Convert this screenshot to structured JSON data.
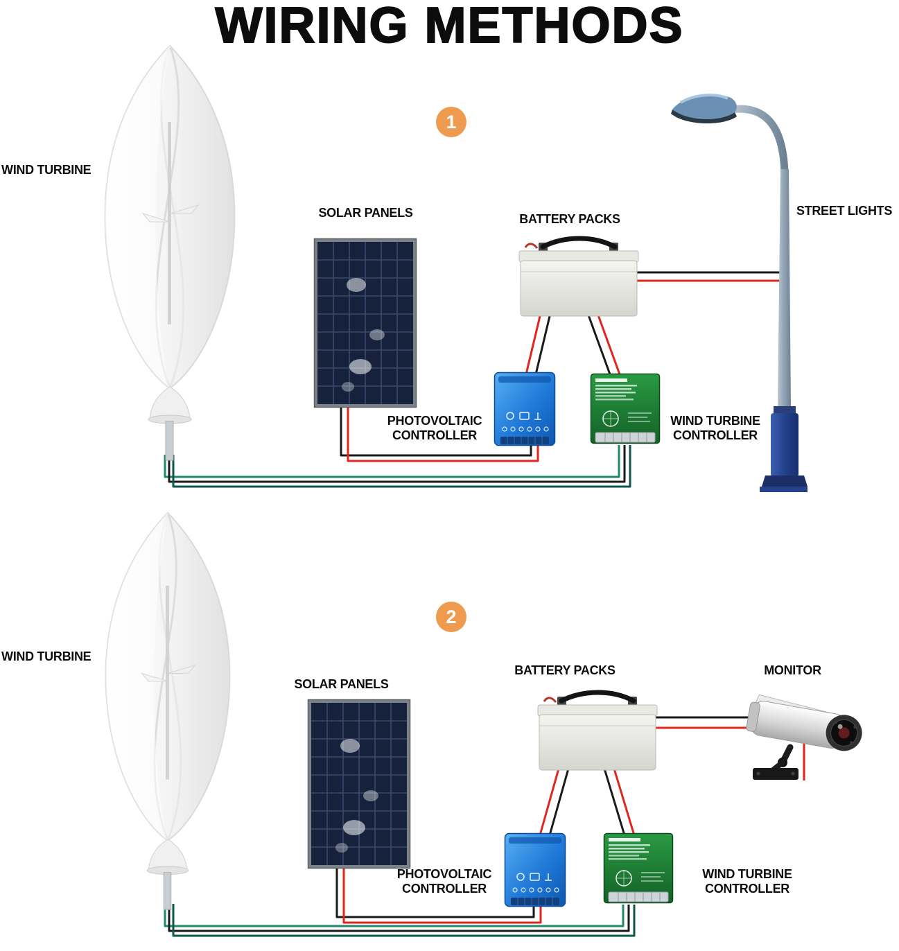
{
  "title": "WIRING METHODS",
  "colors": {
    "badge": "#EE9B50",
    "wire_red": "#E0261D",
    "wire_black": "#1A1A1A",
    "wire_green": "#1F8A6A",
    "wire_teal": "#0D564A"
  },
  "diagram1": {
    "badge": "1",
    "labels": {
      "wind_turbine": "WIND TURBINE",
      "solar_panels": "SOLAR PANELS",
      "battery_packs": "BATTERY PACKS",
      "street_lights": "STREET LIGHTS",
      "photovoltaic_controller": "PHOTOVOLTAIC\nCONTROLLER",
      "wind_turbine_controller": "WIND TURBINE\nCONTROLLER"
    }
  },
  "diagram2": {
    "badge": "2",
    "labels": {
      "wind_turbine": "WIND TURBINE",
      "solar_panels": "SOLAR PANELS",
      "battery_packs": "BATTERY PACKS",
      "monitor": "MONITOR",
      "photovoltaic_controller": "PHOTOVOLTAIC\nCONTROLLER",
      "wind_turbine_controller": "WIND TURBINE\nCONTROLLER"
    }
  }
}
